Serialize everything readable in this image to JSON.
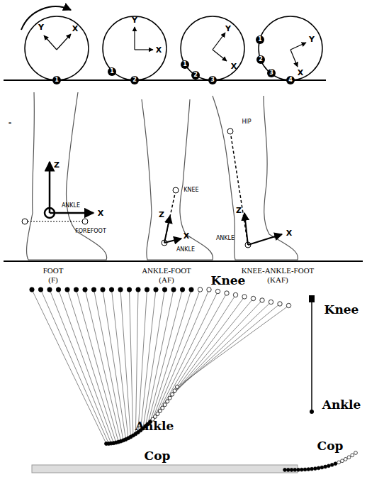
{
  "diagram": {
    "labels": [
      "Y",
      "X",
      "1",
      "Y",
      "X",
      "1",
      "2",
      "Y",
      "X",
      "1",
      "2",
      "3",
      "Y",
      "X",
      "1",
      "2",
      "3",
      "4",
      "-",
      "Z",
      "ANKLE",
      "X",
      "FOREFOOT",
      "KNEE",
      "Z",
      "ANKLE",
      "X",
      "HIP",
      "Z",
      "ANKLE",
      "X",
      "FOOT",
      "(F)",
      "ANKLE-FOOT",
      "(AF)",
      "KNEE-ANKLE-FOOT",
      "(KAF)",
      "Knee",
      "Ankle",
      "Cop",
      "Knee",
      "Ankle",
      "Cop"
    ]
  }
}
